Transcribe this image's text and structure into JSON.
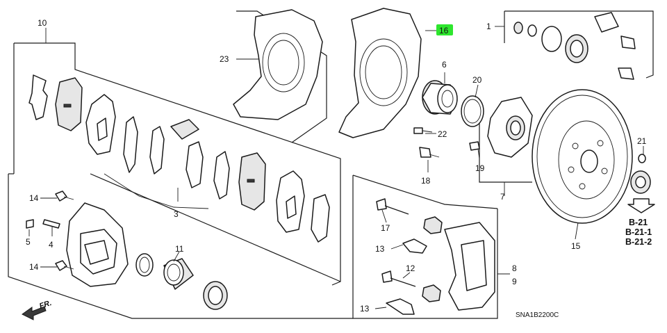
{
  "callouts": {
    "n1": "1",
    "n3": "3",
    "n4": "4",
    "n5": "5",
    "n6": "6",
    "n7": "7",
    "n8": "8",
    "n9": "9",
    "n10": "10",
    "n11": "11",
    "n12": "12",
    "n13a": "13",
    "n13b": "13",
    "n14a": "14",
    "n14b": "14",
    "n15": "15",
    "n16": "16",
    "n17": "17",
    "n18": "18",
    "n19": "19",
    "n20": "20",
    "n21": "21",
    "n22": "22",
    "n23": "23"
  },
  "refs": [
    "B-21",
    "B-21-1",
    "B-21-2"
  ],
  "direction_label": "FR.",
  "diagram_code": "SNA1B2200C",
  "colors": {
    "highlight": "#2ee62e",
    "ink": "#1a1a1a"
  }
}
